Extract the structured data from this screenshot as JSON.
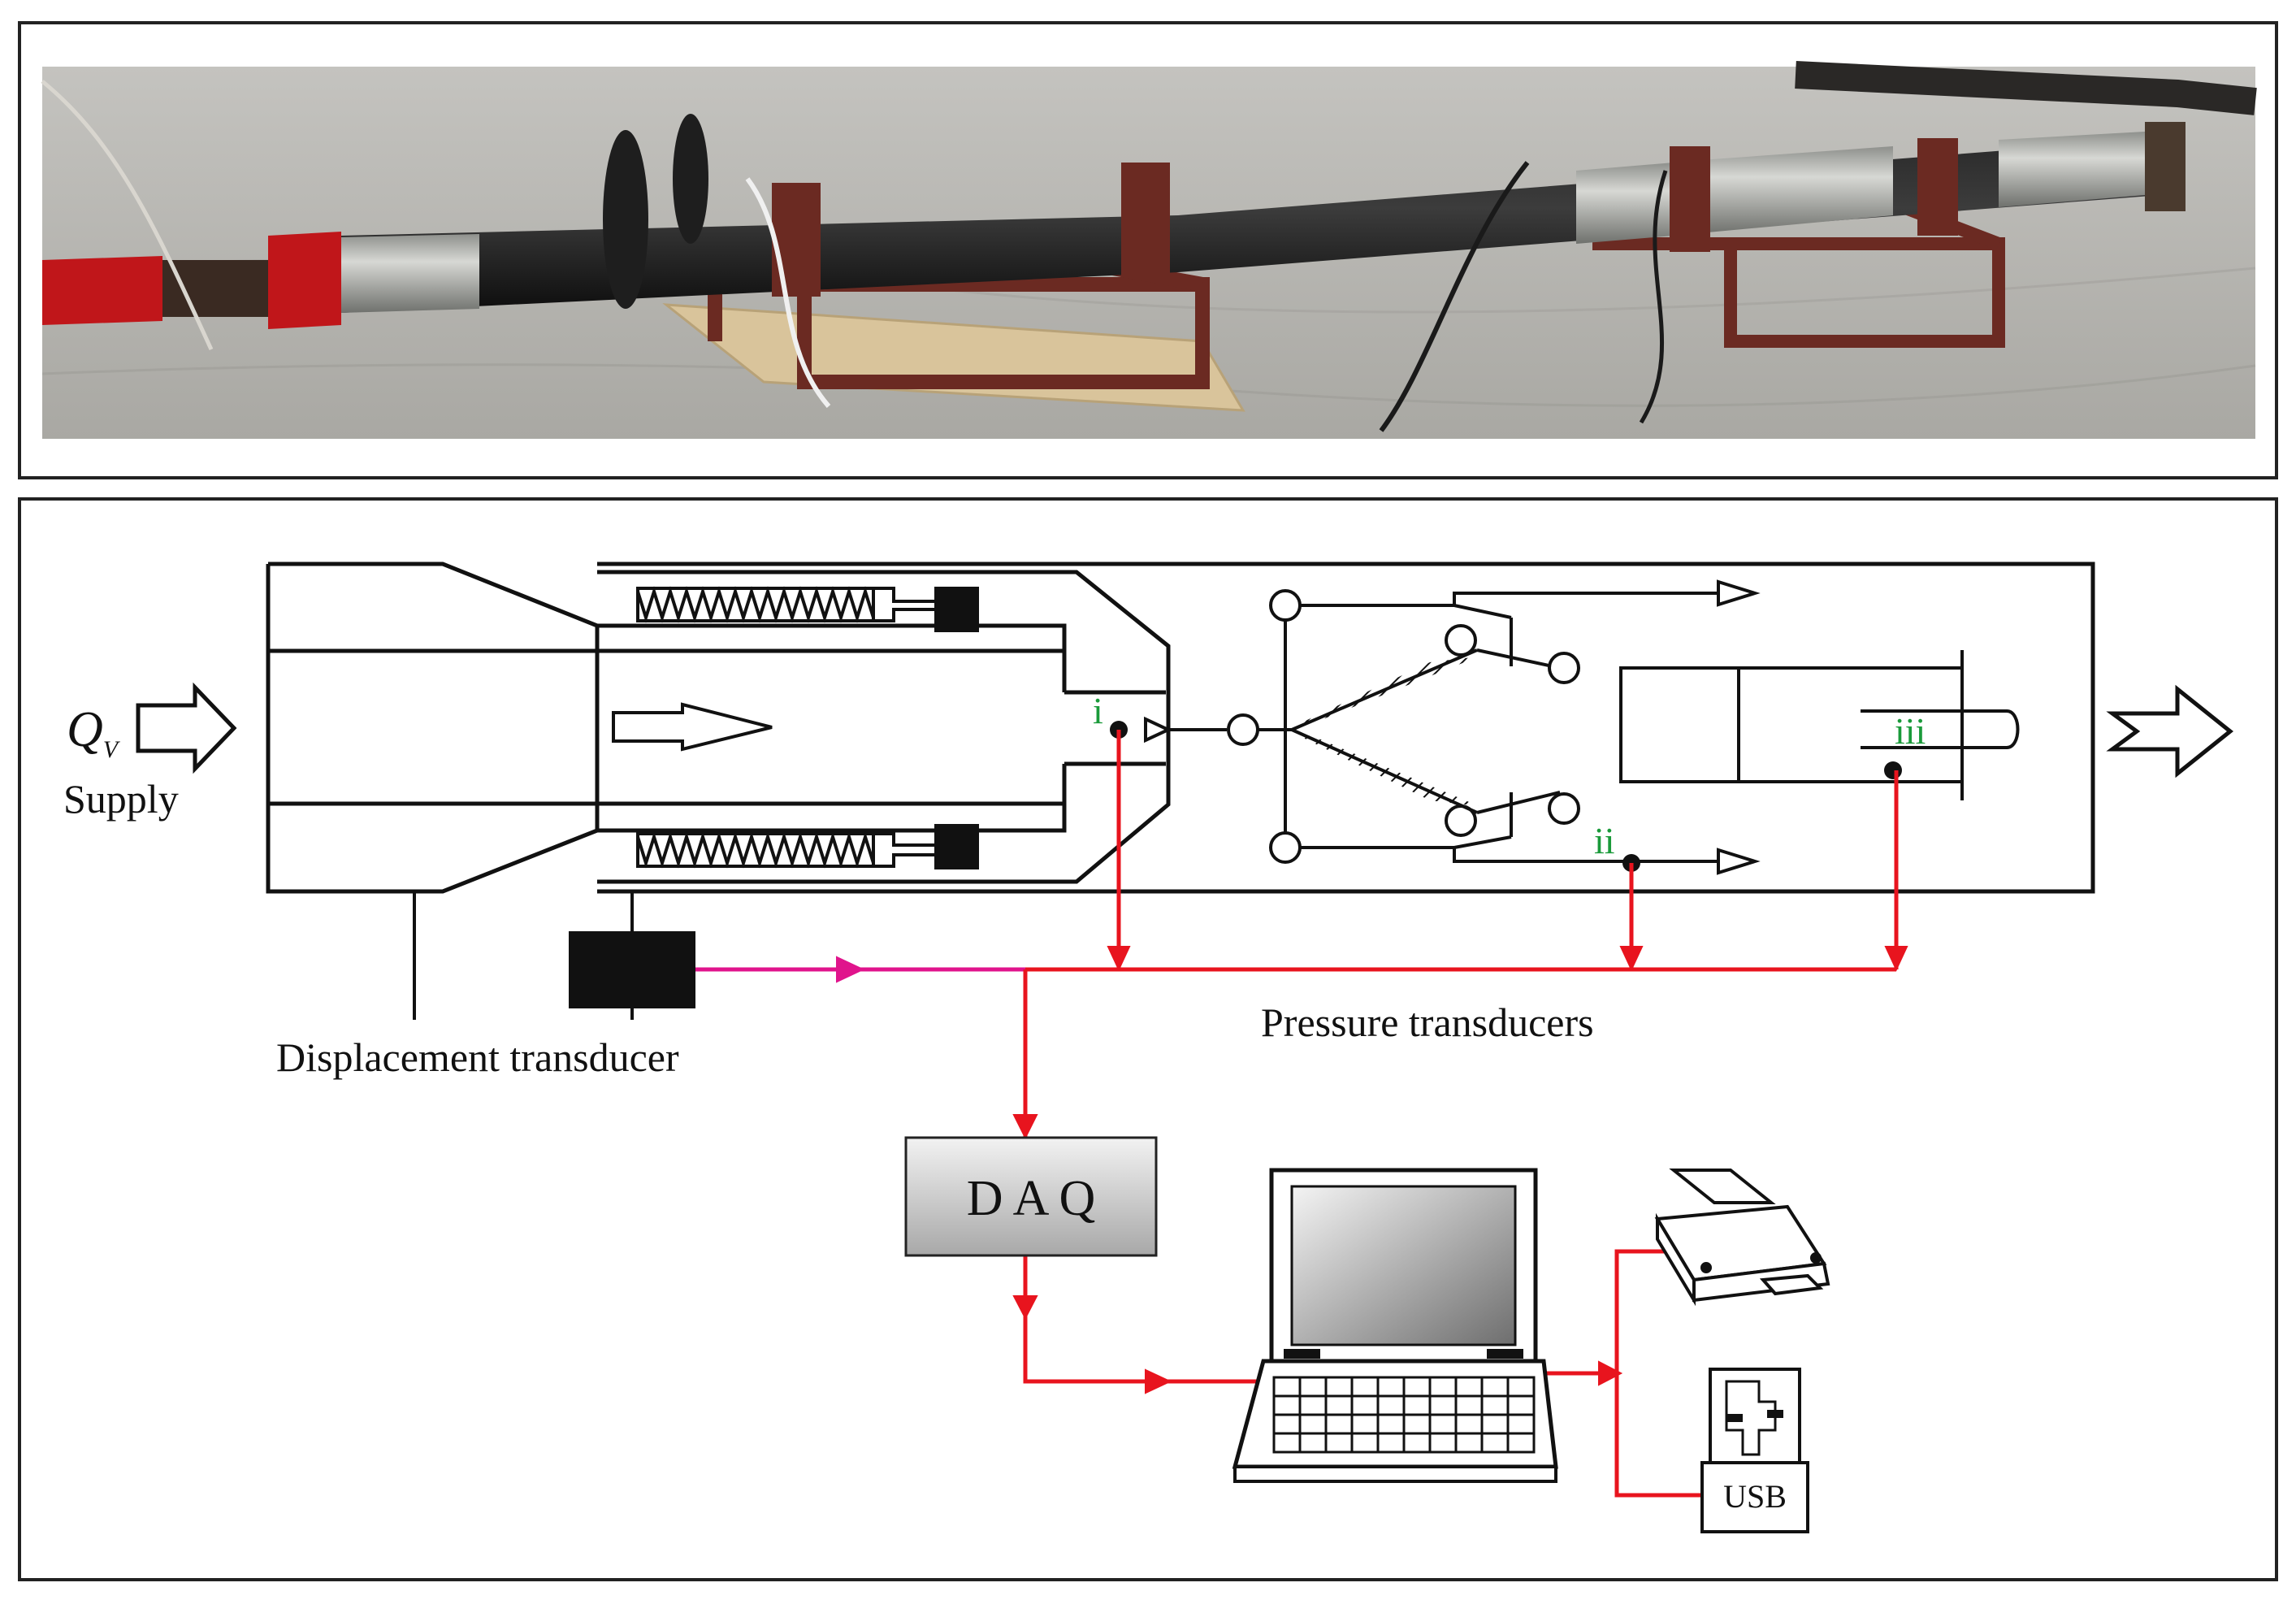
{
  "labels": {
    "qv_main": "Q",
    "qv_sub": "V",
    "supply": "Supply",
    "point_i": "i",
    "point_ii": "ii",
    "point_iii": "iii",
    "displacement_transducer": "Displacement transducer",
    "pressure_transducers": "Pressure transducers",
    "daq": "D A Q",
    "usb": "USB"
  },
  "colors": {
    "signal_red": "#e8141e",
    "signal_magenta": "#e0148c",
    "point_label_green": "#1a9a3a",
    "frame": "#222222",
    "pipe_black": "#1b1b1b",
    "pipe_steel": "#a9aba8",
    "clamp_red": "#c0161a",
    "stand_brown": "#6b2a22",
    "ground": "#b8b6b0"
  },
  "icons": {
    "flow_in_arrow": "hollow-right-arrow",
    "flow_out_arrow": "hollow-double-chevron-arrow",
    "computer": "laptop-icon",
    "printer": "printer-icon",
    "storage": "usb-drive-icon"
  }
}
